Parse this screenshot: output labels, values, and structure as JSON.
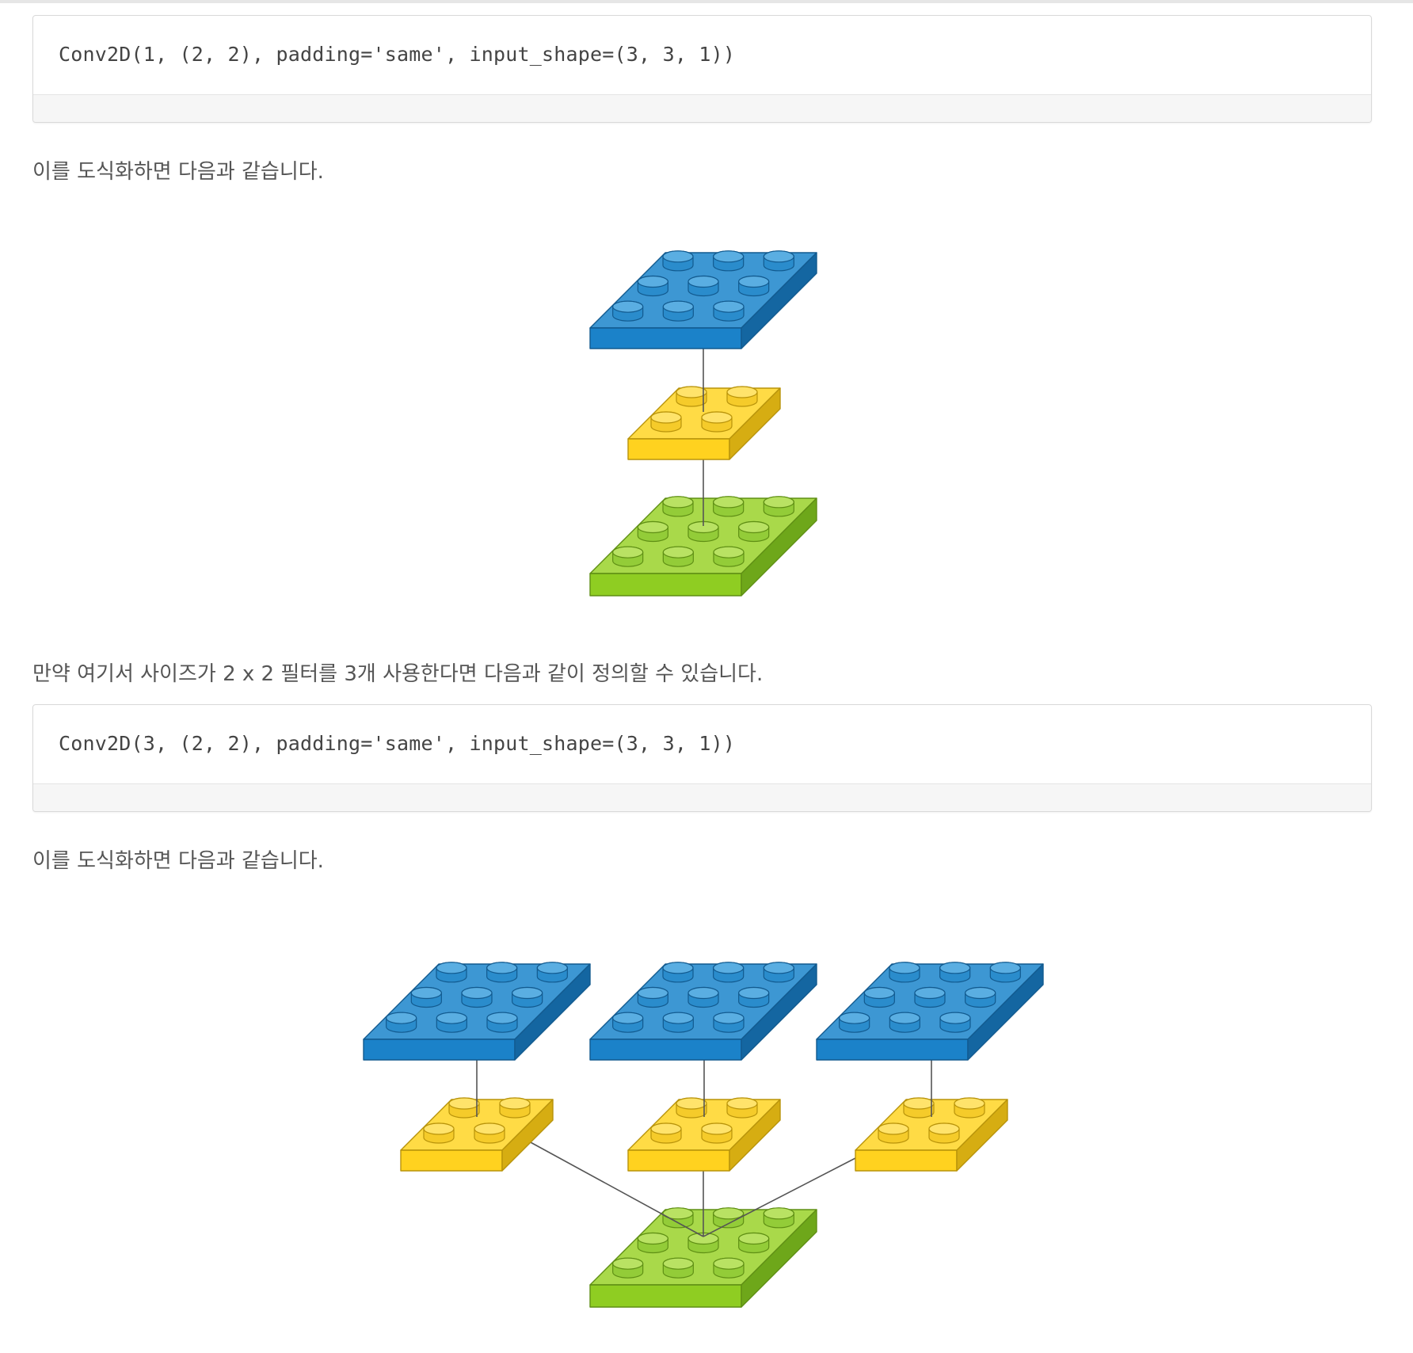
{
  "code_blocks": [
    {
      "code": "Conv2D(1, (2, 2), padding='same', input_shape=(3, 3, 1))"
    },
    {
      "code": "Conv2D(3, (2, 2), padding='same', input_shape=(3, 3, 1))"
    }
  ],
  "paragraphs": [
    "이를 도식화하면 다음과 같습니다.",
    "만약 여기서 사이즈가 2 x 2 필터를 3개 사용한다면 다음과 같이 정의할 수 있습니다.",
    "이를 도식화하면 다음과 같습니다."
  ],
  "diagrams": [
    {
      "filters": 1,
      "blocks": [
        "output-3x3-blue",
        "filter-2x2-yellow",
        "input-3x3-green"
      ]
    },
    {
      "filters": 3,
      "blocks": [
        "output-3x3-blue",
        "output-3x3-blue",
        "output-3x3-blue",
        "filter-2x2-yellow",
        "filter-2x2-yellow",
        "filter-2x2-yellow",
        "input-3x3-green"
      ]
    }
  ],
  "colors": {
    "output_top": "#3d97d3",
    "output_front": "#1b82c9",
    "output_side": "#1466a1",
    "output_stroke": "#125a8f",
    "filter_top": "#ffdb45",
    "filter_front": "#ffd21f",
    "filter_side": "#d6ad12",
    "filter_stroke": "#b8930a",
    "input_top": "#a9d94a",
    "input_front": "#8fcd22",
    "input_side": "#6ea71a",
    "input_stroke": "#5f8f14",
    "connector": "#555555"
  }
}
